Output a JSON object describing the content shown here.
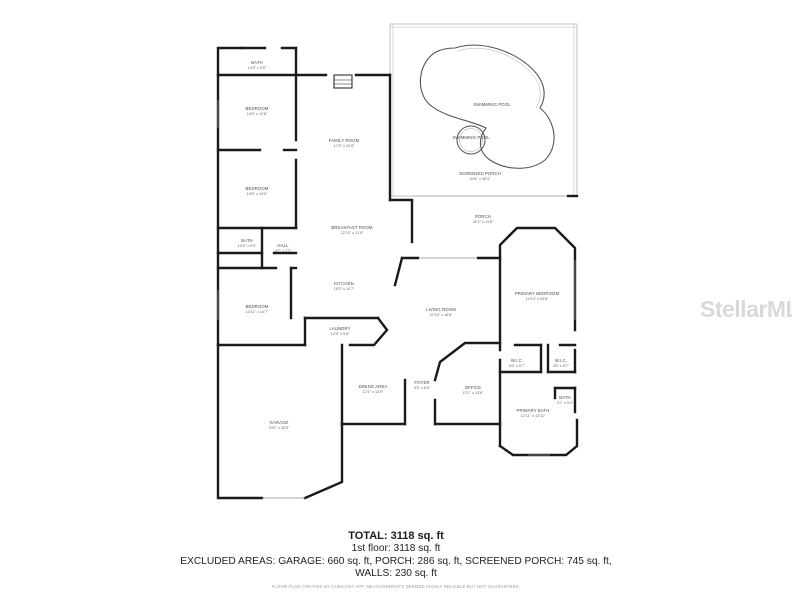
{
  "rooms": {
    "bath_top": {
      "name": "BATH",
      "dims": "14'6\" x 5'5\""
    },
    "bedroom_1": {
      "name": "BEDROOM",
      "dims": "14'6\" x 11'8\""
    },
    "bedroom_2": {
      "name": "BEDROOM",
      "dims": "14'8\" x 14'0\""
    },
    "bath_mid": {
      "name": "BATH",
      "dims": "10'4\" x 5'3\""
    },
    "hall": {
      "name": "HALL",
      "dims": "4'7\" x 7'3\""
    },
    "bedroom_3": {
      "name": "BEDROOM",
      "dims": "13'11\" x 14'7\""
    },
    "family_room": {
      "name": "FAMILY ROOM",
      "dims": "17'8\" x 22'8\""
    },
    "breakfast_room": {
      "name": "BREAKFAST ROOM",
      "dims": "22'10\" x 11'5\""
    },
    "kitchen": {
      "name": "KITCHEN",
      "dims": "19'3\" x 10'7\""
    },
    "laundry": {
      "name": "LAUNDRY",
      "dims": "10'5\" x 5'8\""
    },
    "living_room": {
      "name": "LIVING ROOM",
      "dims": "22'10\" x 16'8\""
    },
    "dining_area": {
      "name": "DINING AREA",
      "dims": "12'1\" x 14'9\""
    },
    "foyer": {
      "name": "FOYER",
      "dims": "6'3\" x 6'5\""
    },
    "office": {
      "name": "OFFICE",
      "dims": "12'1\" x 13'8\""
    },
    "garage": {
      "name": "GARAGE",
      "dims": "23'2\" x 28'3\""
    },
    "swimming_pool_1": {
      "name": "SWIMMING POOL",
      "dims": ""
    },
    "swimming_pool_2": {
      "name": "SWIMMING POOL",
      "dims": ""
    },
    "screened_porch": {
      "name": "SCREENED PORCH",
      "dims": "34'6\" x 35'4\""
    },
    "porch": {
      "name": "PORCH",
      "dims": "30'2\" x 11'8\""
    },
    "primary_bedroom": {
      "name": "PRIMARY BEDROOM",
      "dims": "14'10\" x 20'8\""
    },
    "wic_1": {
      "name": "W.I.C.",
      "dims": "4'8\" x 6'7\""
    },
    "wic_2": {
      "name": "W.I.C.",
      "dims": "4'6\" x 6'7\""
    },
    "primary_bath": {
      "name": "PRIMARY BATH",
      "dims": "12'11\" x 13'11\""
    },
    "bath_small": {
      "name": "BATH",
      "dims": "3'7\" x 5'4\""
    }
  },
  "summary": {
    "total": "TOTAL: 3118 sq. ft",
    "floor": "1st floor: 3118 sq. ft",
    "excluded": "EXCLUDED AREAS: GARAGE: 660 sq. ft, PORCH: 286 sq. ft, SCREENED PORCH: 745 sq. ft,",
    "walls": "WALLS: 230 sq. ft"
  },
  "disclaimer": "FLOOR PLAN CREATED BY CUBICASA APP. MEASUREMENTS DEEMED HIGHLY RELIABLE BUT NOT GUARANTEED.",
  "watermark": "StellarMLS",
  "colors": {
    "walls": "#1a1a1a",
    "text": "#4a4a4a",
    "watermark": "#d9d9d9"
  }
}
